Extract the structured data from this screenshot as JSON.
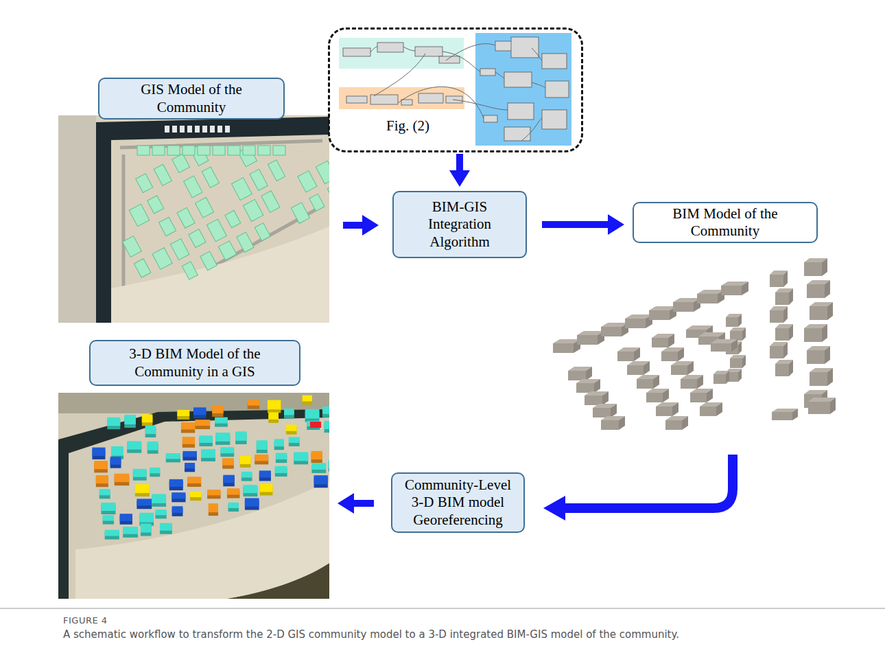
{
  "diagram": {
    "title": "FIGURE 4",
    "caption": "A schematic workflow to transform the 2-D GIS community model to a 3-D integrated BIM-GIS model of the community.",
    "nodes": [
      {
        "text": [
          "GIS Model of the Community"
        ]
      },
      {
        "text": [
          "Fig. (2)"
        ]
      },
      {
        "text": [
          "BIM-GIS Integration Algorithm"
        ]
      },
      {
        "text": [
          "BIM Model of the Community"
        ]
      },
      {
        "text": [
          "3-D BIM Model of the Community in a GIS"
        ]
      },
      {
        "text": [
          "Community-Level 3-D BIM model Georeferencing"
        ]
      }
    ],
    "edges": [
      {
        "from": 1,
        "to": 2,
        "arrow": "to"
      },
      {
        "from": 2,
        "to": 3,
        "arrow": "to"
      }
    ]
  }
}
